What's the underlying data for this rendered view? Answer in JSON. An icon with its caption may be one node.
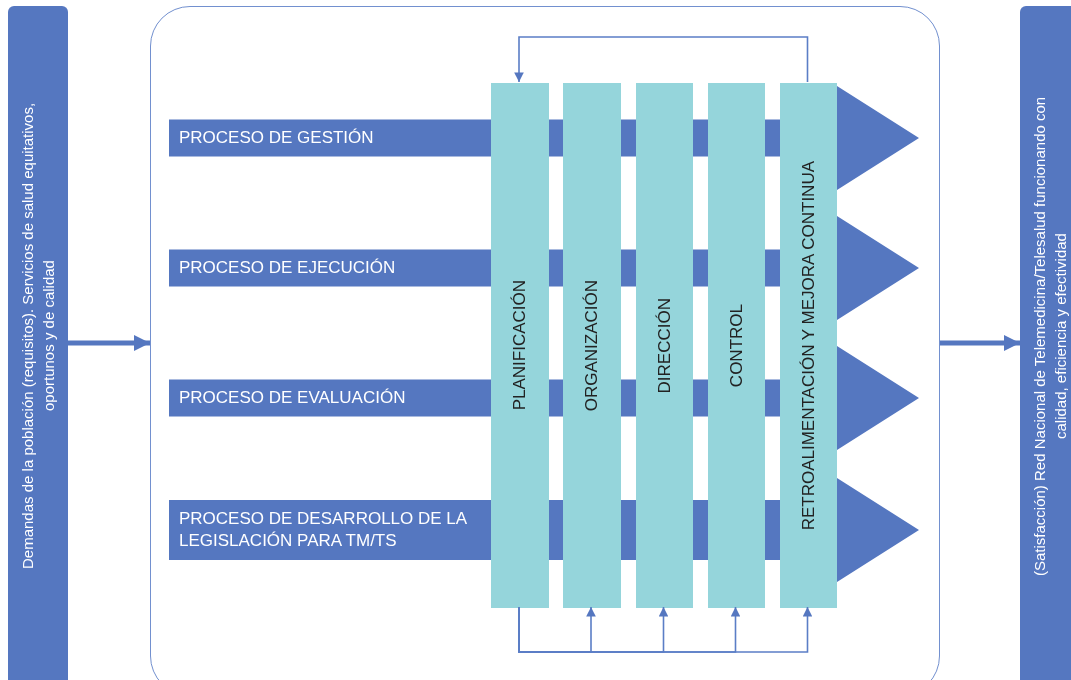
{
  "diagram": {
    "nodes": [
      {
        "text": [
          "Demandas de la población (requisitos). Servicios de salud equitativos, oportunos y de calidad"
        ]
      },
      {
        "text": [],
        "shape": "box"
      },
      {
        "text": [
          "PROCESO DE GESTIÓN"
        ],
        "in": 1
      },
      {
        "text": [
          "PROCESO DE EJECUCIÓN"
        ],
        "in": 1
      },
      {
        "text": [
          "PROCESO DE EVALUACIÓN"
        ],
        "in": 1
      },
      {
        "text": [
          "PROCESO DE DESARROLLO DE LA LEGISLACIÓN PARA TM/TS"
        ],
        "in": 1
      },
      {
        "text": [
          "PLANIFICACIÓN"
        ],
        "in": 1
      },
      {
        "text": [
          "ORGANIZACIÓN"
        ],
        "in": 1
      },
      {
        "text": [
          "DIRECCIÓN"
        ],
        "in": 1
      },
      {
        "text": [
          "CONTROL"
        ],
        "in": 1
      },
      {
        "text": [
          "RETROALIMENTACIÓN Y MEJORA CONTINUA"
        ],
        "in": 1
      },
      {
        "text": [
          "(Satisfacción) Red Nacional de Telemedicina/Telesalud funcionando con calidad, eficiencia y efectividad"
        ]
      }
    ],
    "edges": [
      {
        "from": 0,
        "to": 1,
        "arrow": "to",
        "style": "thick"
      },
      {
        "from": 1,
        "to": 11,
        "arrow": "to",
        "style": "thick"
      },
      {
        "from": 10,
        "to": 6,
        "arrow": "to"
      },
      {
        "from": 6,
        "to": 7,
        "arrow": "to"
      },
      {
        "from": 6,
        "to": 8,
        "arrow": "to"
      },
      {
        "from": 6,
        "to": 9,
        "arrow": "to"
      },
      {
        "from": 6,
        "to": 10,
        "arrow": "to"
      }
    ]
  }
}
